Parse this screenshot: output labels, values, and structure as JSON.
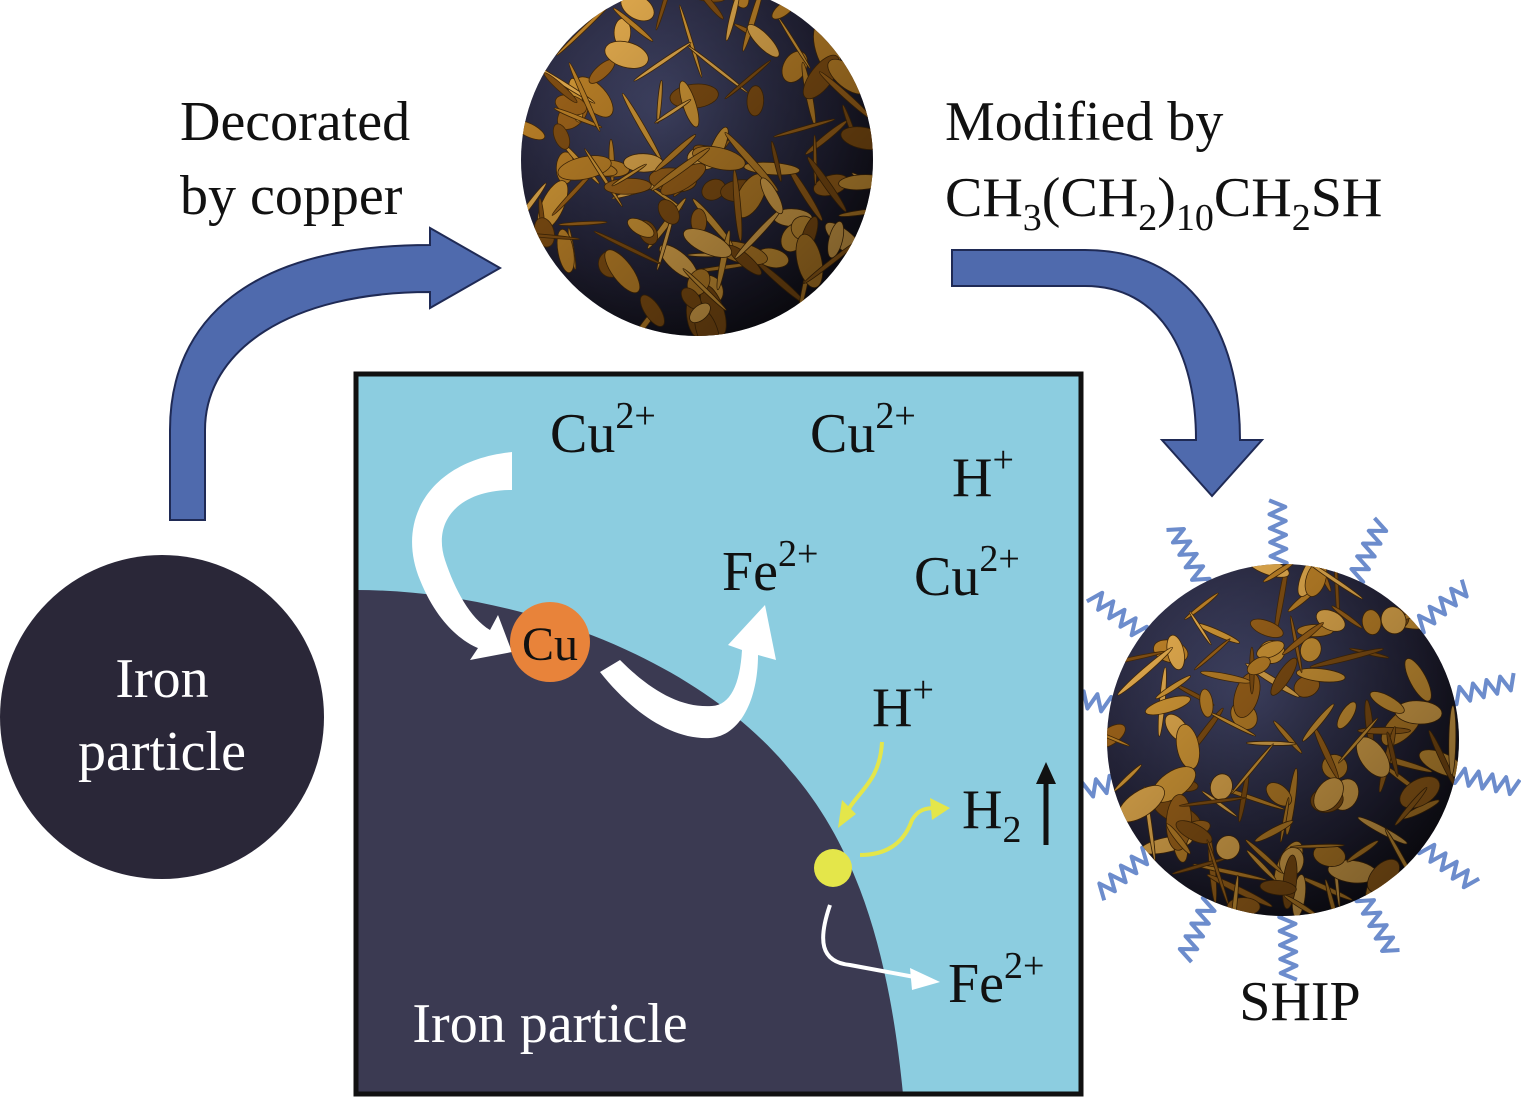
{
  "labels": {
    "decorated_line1": "Decorated",
    "decorated_line2": "by copper",
    "modified_line1": "Modified by",
    "formula": {
      "p1": "CH",
      "s1": "3",
      "p2": "(CH",
      "s2": "2",
      "p3": ")",
      "s3": "10",
      "p4": "CH",
      "s4": "2",
      "p5": "SH"
    },
    "iron_line1": "Iron",
    "iron_line2": "particle",
    "ship": "SHIP"
  },
  "inset": {
    "iron_label": "Iron particle",
    "cu_label": "Cu",
    "ion_cu": "Cu",
    "ion_h": "H",
    "ion_fe": "Fe",
    "charge_2plus": "2+",
    "charge_plus": "+",
    "h2": "H",
    "h2_sub": "2"
  },
  "colors": {
    "arrow_blue": "#4f6aad",
    "solution": "#8ccde0",
    "iron": "#3b3a52",
    "iron_sphere": "#2a2738",
    "copper_dot": "#e8833a",
    "site_dot": "#e4e64a",
    "flake": "#c98a2a"
  }
}
